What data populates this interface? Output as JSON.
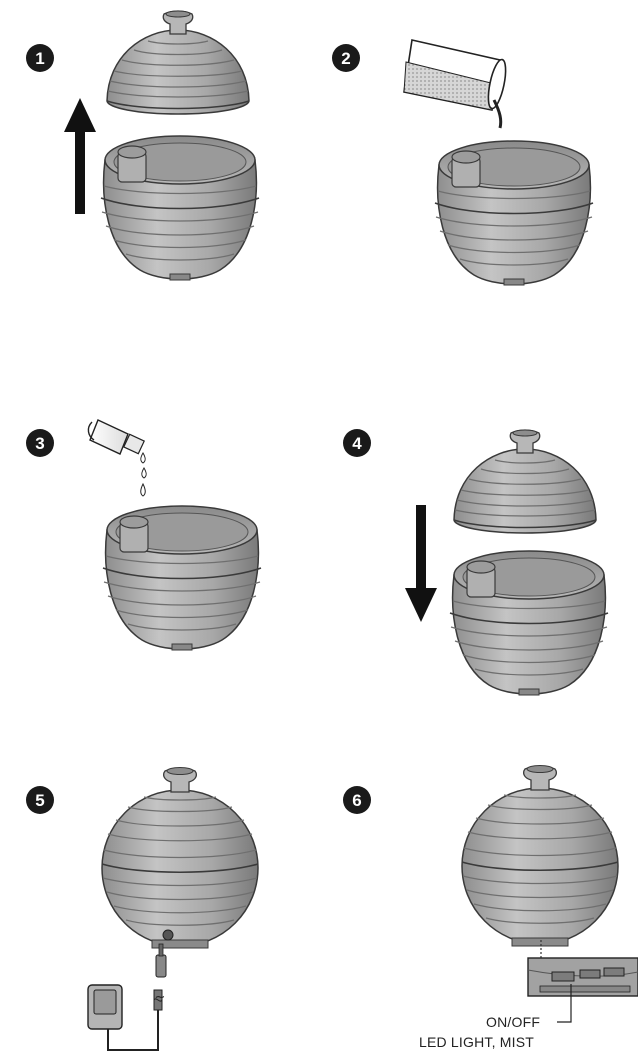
{
  "steps": [
    {
      "number": "1",
      "action": "lift-lid"
    },
    {
      "number": "2",
      "action": "pour-water"
    },
    {
      "number": "3",
      "action": "add-oil"
    },
    {
      "number": "4",
      "action": "replace-lid"
    },
    {
      "number": "5",
      "action": "plug-in-adapter"
    },
    {
      "number": "6",
      "action": "press-button"
    }
  ],
  "labels": {
    "on_off": "ON/OFF",
    "led_light_mist": "LED LIGHT, MIST"
  },
  "colors": {
    "badge": "#1a1a1a",
    "body_fill": "#a9a9a9",
    "body_stroke": "#3a3a3a",
    "arrow": "#111111"
  }
}
